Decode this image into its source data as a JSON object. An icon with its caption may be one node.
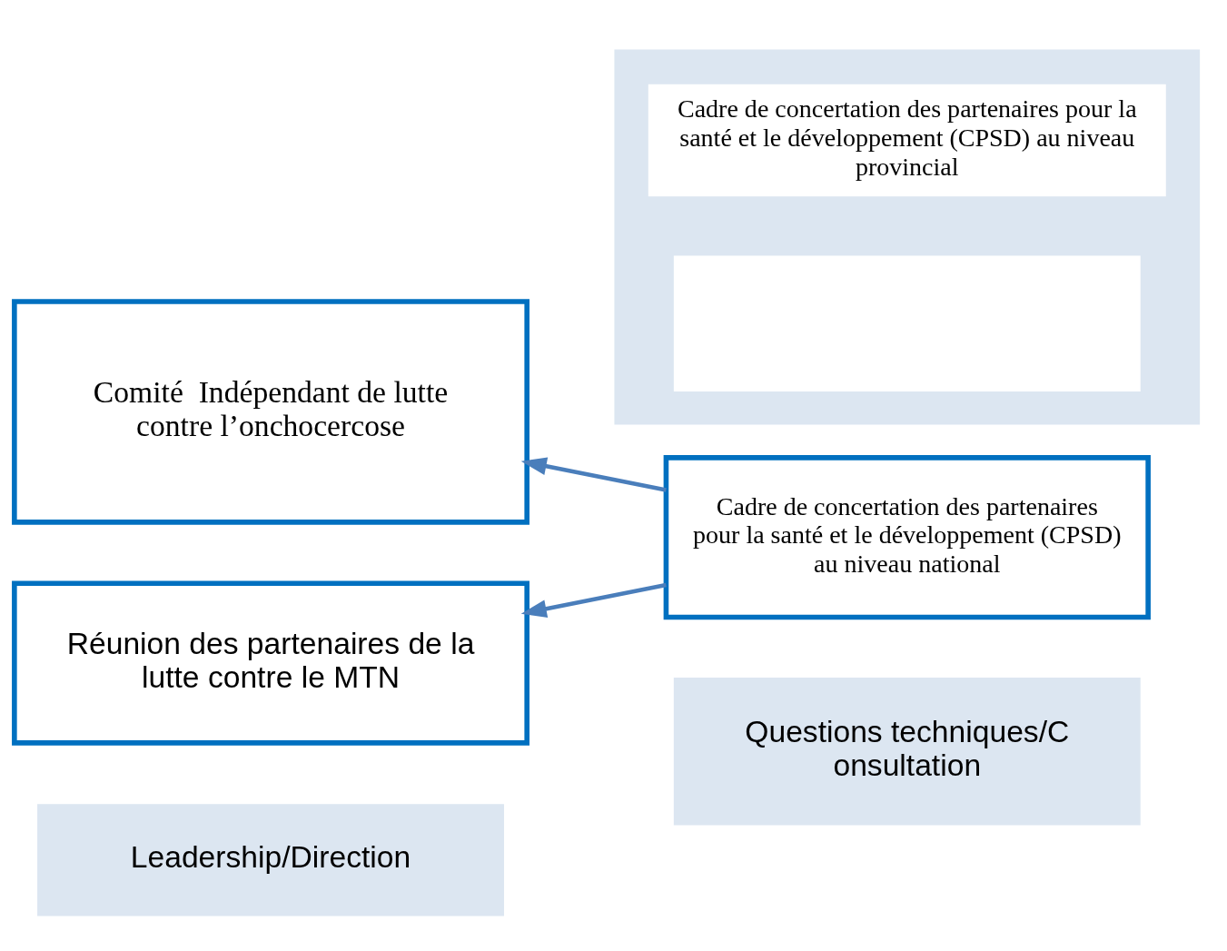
{
  "diagram": {
    "nodes": [
      {
        "text": [
          "Leadership/Direction"
        ]
      },
      {
        "text": [
          "Questions techniques/Consultation"
        ]
      },
      {
        "text": [
          "Comité  Indépendant de lutte contre l’onchocercose"
        ]
      },
      {
        "text": [
          "Réunion des partenaires de la lutte contre le MTN"
        ]
      },
      {
        "text": [
          "Cadre de concertation des partenaires pour la santé et le développement (CPSD) au niveau national"
        ]
      },
      {
        "text": [],
        "shape": "box"
      },
      {
        "text": [
          "Cadre de concertation des partenaires pour la santé et le développement (CPSD) au niveau provincial"
        ],
        "in": 5
      },
      {
        "text": [],
        "shape": "box",
        "in": 5
      }
    ],
    "edges": [
      {
        "from": 4,
        "to": 2,
        "arrow": "to"
      },
      {
        "from": 4,
        "to": 3,
        "arrow": "to"
      }
    ]
  }
}
